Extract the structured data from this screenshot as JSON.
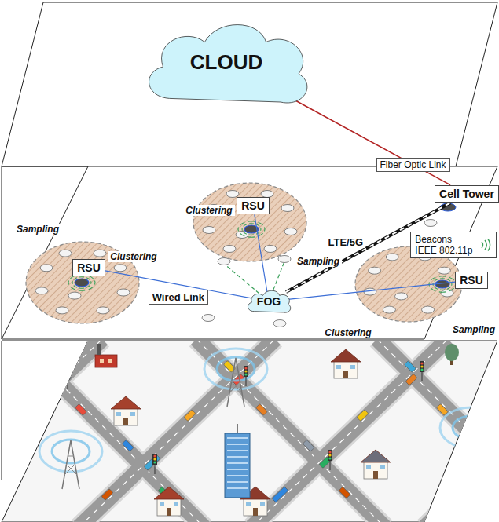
{
  "diagram": {
    "nodes": [
      {
        "text": [
          "CLOUD"
        ]
      },
      {
        "text": [
          "Cell Tower"
        ]
      },
      {
        "text": [
          "RSU"
        ]
      },
      {
        "text": [
          "RSU"
        ]
      },
      {
        "text": [
          "FOG"
        ]
      },
      {
        "text": [
          "Beacons IEEE 802.11p"
        ]
      },
      {
        "text": [
          "RSU"
        ]
      }
    ],
    "edges": [
      {
        "from": 1,
        "to": 0,
        "arrow": "to",
        "label": "Fiber Optic Link"
      },
      {
        "from": 4,
        "to": 1,
        "arrow": "none",
        "label": "LTE/5G"
      },
      {
        "from": 4,
        "to": 3,
        "arrow": "none",
        "label": "Wired Link"
      },
      {
        "from": 4,
        "to": 2,
        "arrow": "none"
      },
      {
        "from": 4,
        "to": 6,
        "arrow": "none"
      }
    ],
    "labels": [
      "Sampling",
      "Clustering",
      "Clustering",
      "Sampling",
      "Clustering",
      "Sampling"
    ]
  }
}
